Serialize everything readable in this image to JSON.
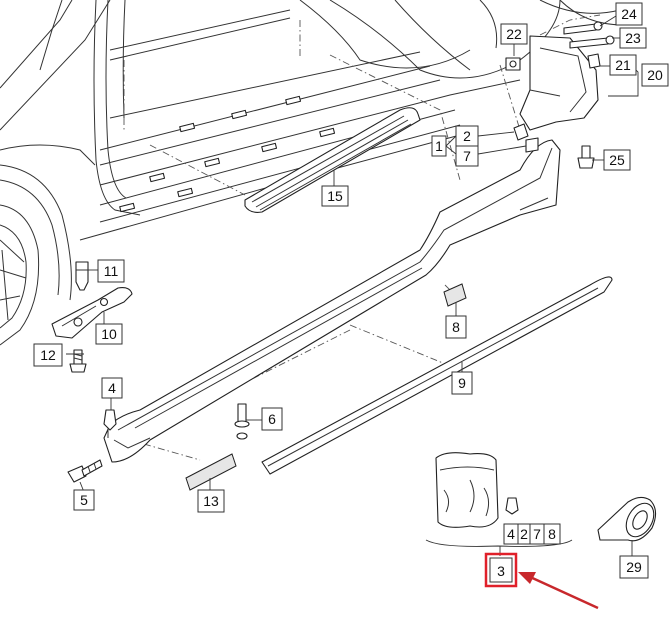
{
  "callouts": {
    "c1": "1",
    "c2": "2",
    "c3": "3",
    "c4a": "4",
    "c4b": "4",
    "c5": "5",
    "c6": "6",
    "c7": "7",
    "c8a": "8",
    "c8b": "8",
    "c9": "9",
    "c10": "10",
    "c11": "11",
    "c12": "12",
    "c13": "13",
    "c15": "15",
    "c20": "20",
    "c21": "21",
    "c22": "22",
    "c23": "23",
    "c24": "24",
    "c25": "25",
    "c27": "2",
    "c29": "29",
    "c7b": "7"
  },
  "colors": {
    "highlight": "#e0202a",
    "arrow": "#c8282c",
    "ink": "#222222"
  }
}
